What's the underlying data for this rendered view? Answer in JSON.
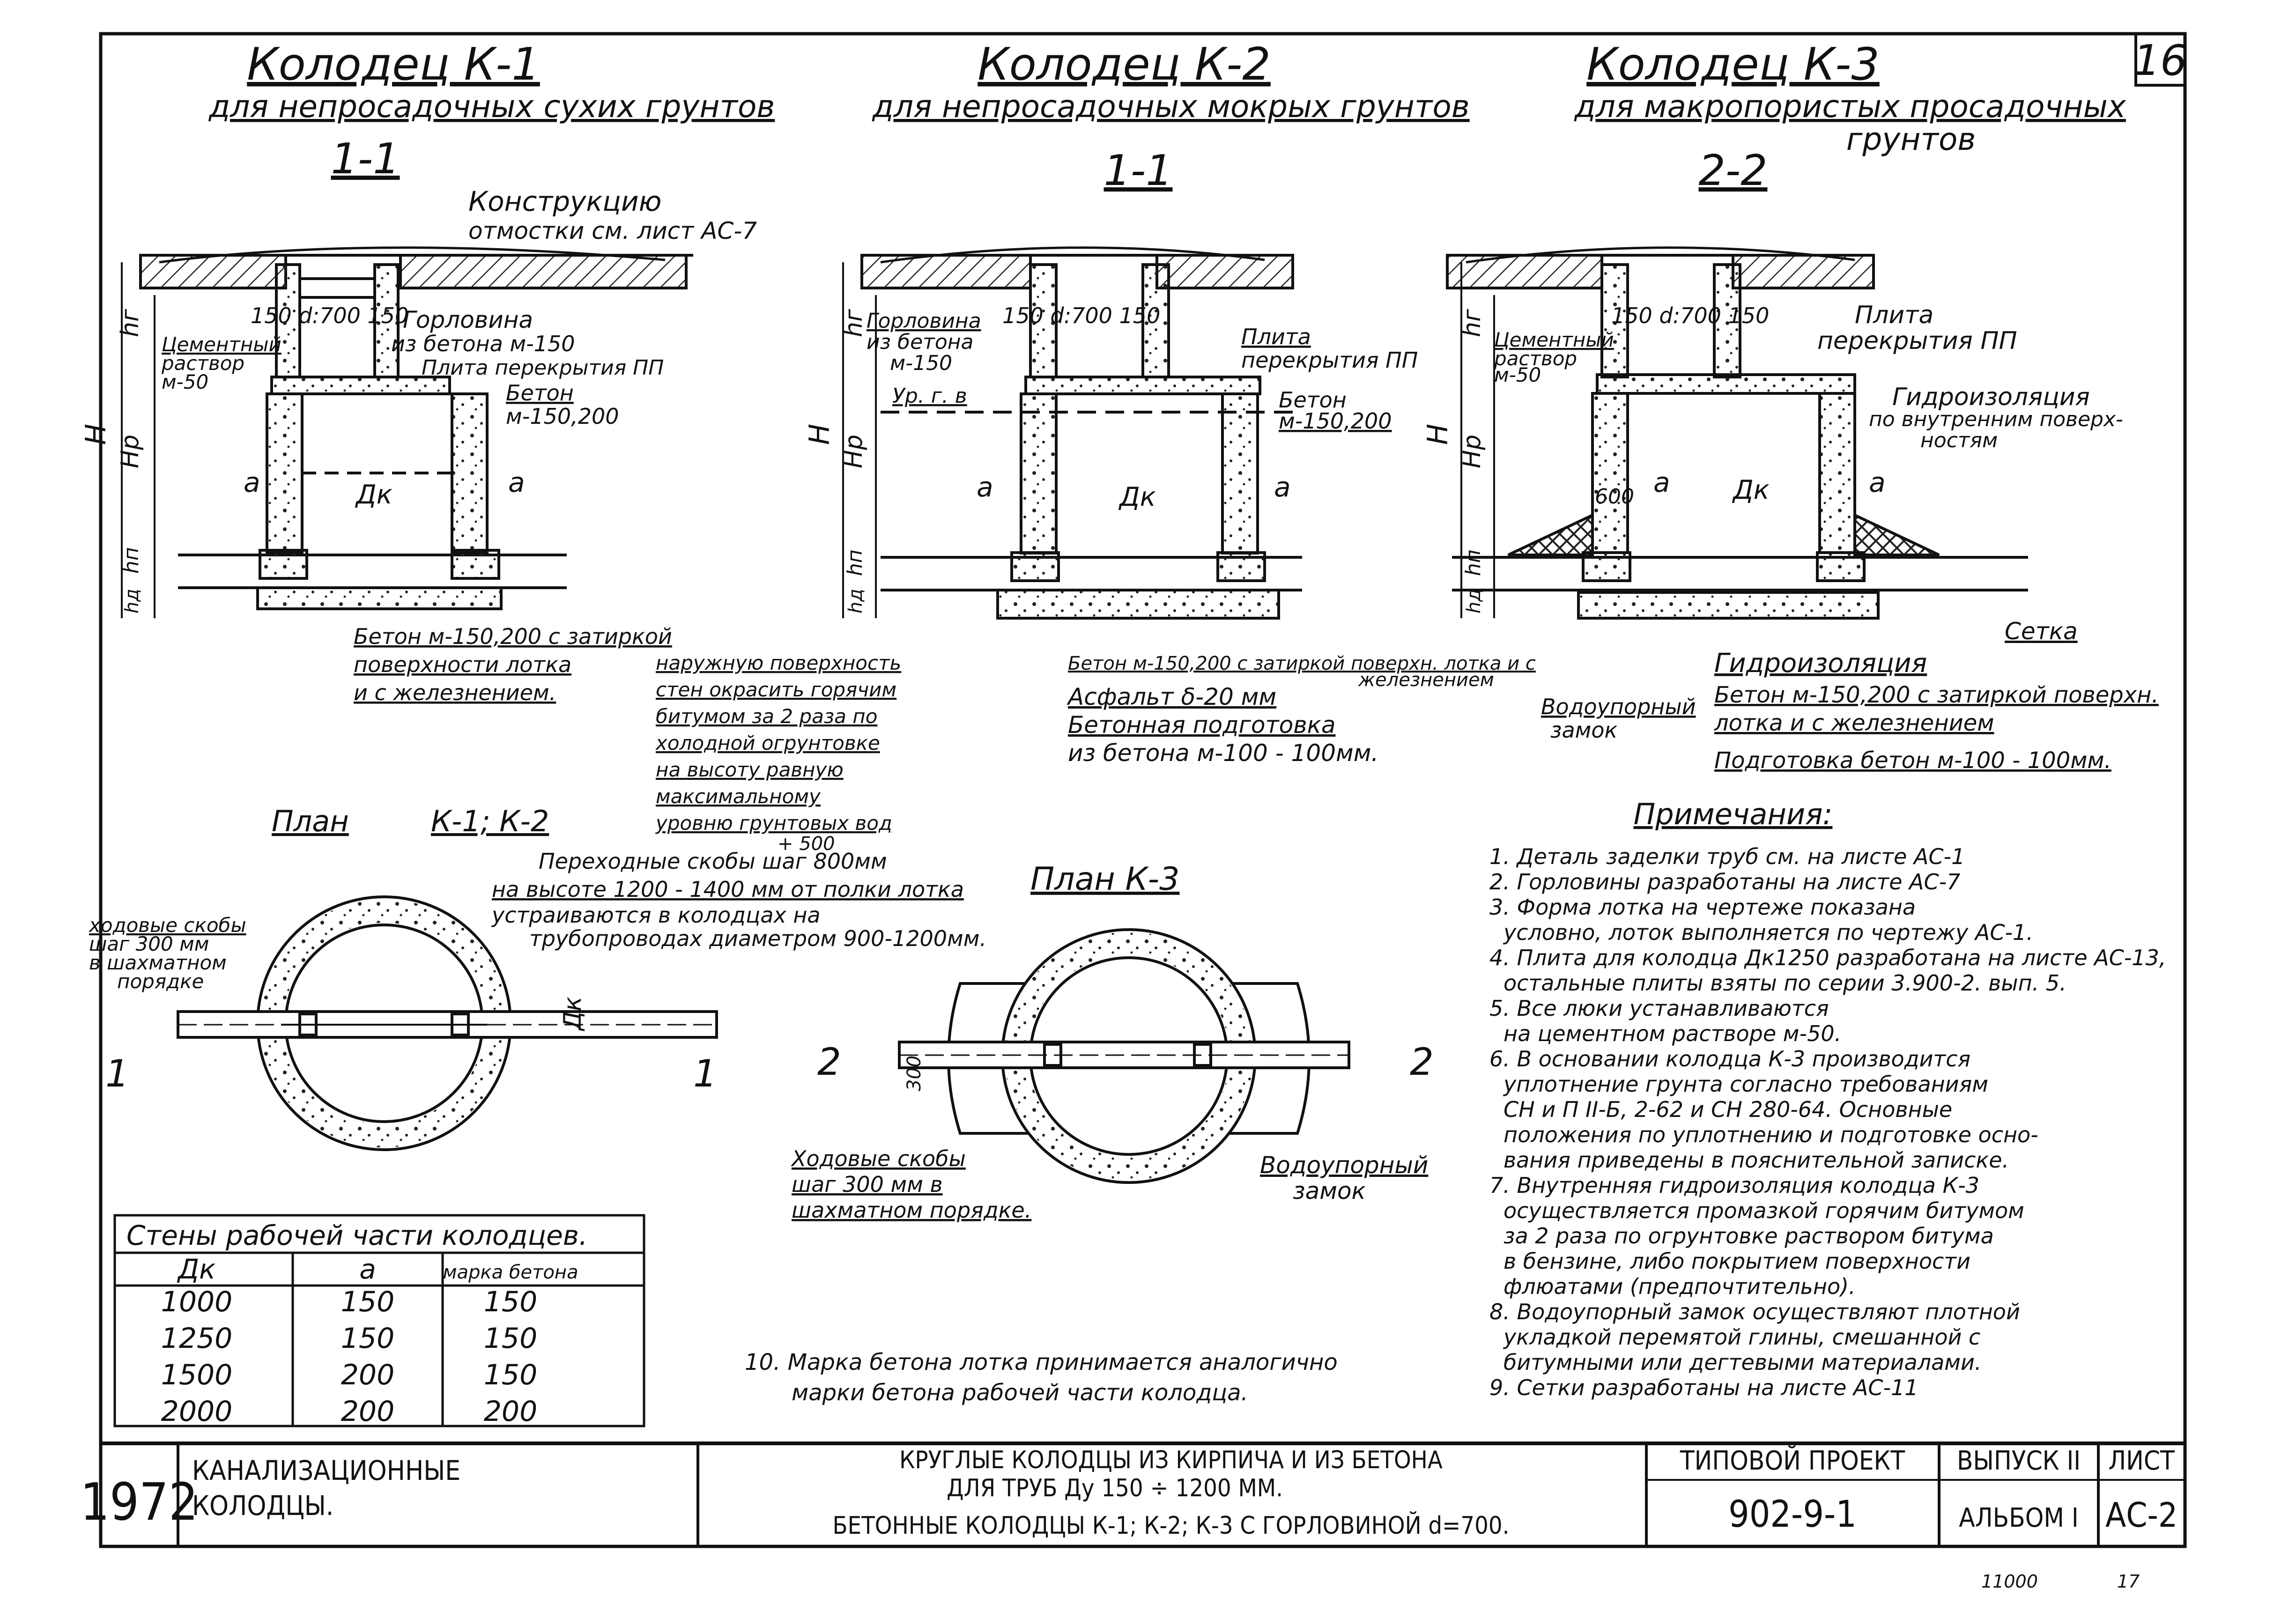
{
  "sheet_number": "16",
  "headings": {
    "k1_title": "Колодец К-1",
    "k1_sub": "для непросадочных сухих грунтов",
    "k1_section": "1-1",
    "k2_title": "Колодец К-2",
    "k2_sub": "для непросадочных мокрых грунтов",
    "k2_section": "1-1",
    "k3_title": "Колодец К-3",
    "k3_sub1": "для макропористых просадочных",
    "k3_sub2": "грунтов",
    "k3_section": "2-2"
  },
  "labels": {
    "otmostka1": "Конструкцию",
    "otmostka2": "отмостки см. лист АС-7",
    "k1_dim": "150 d:700 150",
    "k1_gorlovina1": "Горловина",
    "k1_gorlovina2": "из бетона м-150",
    "k1_plita": "Плита перекрытия ПП",
    "k1_cement1": "Цементный",
    "k1_cement2": "раствор",
    "k1_cement3": "м-50",
    "k1_beton1": "Бетон",
    "k1_beton2": "м-150,200",
    "k1_bottom1": "Бетон м-150,200 с затиркой",
    "k1_bottom2": "поверхности лотка",
    "k1_bottom3": "и с железнением.",
    "k2_dim": "150 d:700 150",
    "k2_gorlovina1": "Горловина",
    "k2_gorlovina2": "из бетона",
    "k2_gorlovina3": "м-150",
    "k2_plita1": "Плита",
    "k2_plita2": "перекрытия ПП",
    "k2_ugv": "Ур. г. в",
    "k2_beton1": "Бетон",
    "k2_beton2": "м-150,200",
    "k2_bottom1": "Бетон м-150,200 с затиркой поверхн. лотка и с",
    "k2_bottom2": "железнением",
    "k2_asph": "Асфальт δ-20 мм",
    "k2_podg1": "Бетонная подготовка",
    "k2_podg2": "из бетона м-100 - 100мм.",
    "k2_outer1": "наружную поверхность",
    "k2_outer2": "стен окрасить горячим",
    "k2_outer3": "битумом за 2 раза по",
    "k2_outer4": "холодной огрунтовке",
    "k2_outer5": "на высоту равную",
    "k2_outer6": "максимальному",
    "k2_outer7": "уровню грунтовых вод",
    "k2_outer8": "+ 500",
    "k3_dim": "150 d:700 150",
    "k3_cement1": "Цементный",
    "k3_cement2": "раствор",
    "k3_cement3": "м-50",
    "k3_plita1": "Плита",
    "k3_plita2": "перекрытия ПП",
    "k3_gidro1": "Гидроизоляция",
    "k3_gidro2": "по внутренним поверх-",
    "k3_gidro3": "ностям",
    "k3_600": "600",
    "k3_setka": "Сетка",
    "k3_gidro_b": "Гидроизоляция",
    "k3_beton_b1": "Бетон м-150,200 с затиркой поверхн.",
    "k3_beton_b2": "лотка и с железнением",
    "k3_podg": "Подготовка бетон м-100 - 100мм.",
    "k3_zamok1": "Водоупорный",
    "k3_zamok2": "замок",
    "dim_h": "H",
    "dim_hr": "hг",
    "dim_hp": "Hр",
    "dim_hn": "hп",
    "dim_hd": "hд",
    "dim_a": "a",
    "dim_dk": "Дк",
    "plan12_title": "План",
    "plan12_title2": "К-1; К-2",
    "plan12_skoby1": "ходовые скобы",
    "plan12_skoby2": "шаг 300 мм",
    "plan12_skoby3": "в шахматном",
    "plan12_skoby4": "порядке",
    "perehod1": "Переходные скобы шаг 800мм",
    "perehod2": "на высоте 1200 - 1400 мм от полки лотка",
    "perehod3": "устраиваются в колодцах на",
    "perehod4": "трубопроводах диаметром 900-1200мм.",
    "cut1": "1",
    "plan3_title": "План К-3",
    "plan3_skoby1": "Ходовые скобы",
    "plan3_skoby2": "шаг 300 мм в",
    "plan3_skoby3": "шахматном порядке.",
    "plan3_zamok1": "Водоупорный",
    "plan3_zamok2": "замок",
    "cut2": "2",
    "dim_300": "300"
  },
  "table": {
    "title": "Стены рабочей части колодцев.",
    "headers": [
      "Дк",
      "a",
      "марка бетона"
    ],
    "rows": [
      [
        "1000",
        "150",
        "150"
      ],
      [
        "1250",
        "150",
        "150"
      ],
      [
        "1500",
        "200",
        "150"
      ],
      [
        "2000",
        "200",
        "200"
      ]
    ]
  },
  "notes": {
    "title": "Примечания:",
    "lines": [
      "1. Деталь заделки труб см. на листе АС-1",
      "2. Горловины разработаны на листе АС-7",
      "3. Форма лотка на чертеже показана",
      "условно, лоток выполняется по чертежу АС-1.",
      "4. Плита для колодца Дк1250 разработана на листе АС-13,",
      "остальные плиты взяты по серии 3.900-2. вып. 5.",
      "5. Все люки устанавливаются",
      "на цементном растворе м-50.",
      "6. В основании колодца К-3 производится",
      "уплотнение грунта согласно требованиям",
      "СН и П II-Б, 2-62 и СН 280-64. Основные",
      "положения по уплотнению и подготовке осно-",
      "вания приведены в пояснительной записке.",
      "7. Внутренняя гидроизоляция колодца К-3",
      "осуществляется промазкой горячим битумом",
      "за 2 раза по огрунтовке раствором битума",
      "в бензине, либо покрытием поверхности",
      "флюатами (предпочтительно).",
      "8. Водоупорный замок осуществляют плотной",
      "укладкой перемятой глины, смешанной с",
      "битумными или дегтевыми материалами.",
      "9. Сетки разработаны на листе АС-11"
    ],
    "note10_1": "10. Марка бетона лотка принимается аналогично",
    "note10_2": "марки бетона рабочей части колодца."
  },
  "titleblock": {
    "year": "1972",
    "name1": "КАНАЛИЗАЦИОННЫЕ",
    "name2": "КОЛОДЦЫ.",
    "desc1": "КРУГЛЫЕ КОЛОДЦЫ ИЗ КИРПИЧА И ИЗ БЕТОНА",
    "desc2": "ДЛЯ ТРУБ Ду 150 ÷ 1200 ММ.",
    "desc3": "БЕТОННЫЕ КОЛОДЦЫ К-1; К-2; К-3 С ГОРЛОВИНОЙ d=700.",
    "project_label": "ТИПОВОЙ ПРОЕКТ",
    "project_number": "902-9-1",
    "issue_label": "ВЫПУСК II",
    "album": "АЛЬБОМ I",
    "sheet_label": "ЛИСТ",
    "sheet_code": "АС-2",
    "footer1": "11000",
    "footer2": "17"
  }
}
